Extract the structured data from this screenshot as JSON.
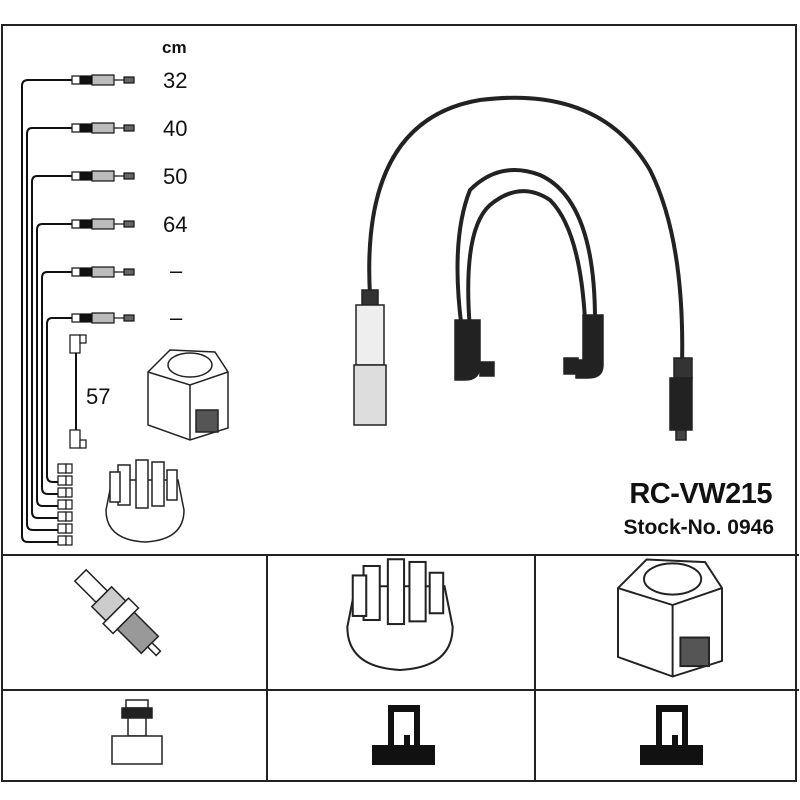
{
  "unit_label": "cm",
  "lengths": [
    "32",
    "40",
    "50",
    "64",
    "–",
    "–"
  ],
  "coil_lead_length": "57",
  "product_code": "RC-VW215",
  "stock_number": "Stock-No. 0946"
}
